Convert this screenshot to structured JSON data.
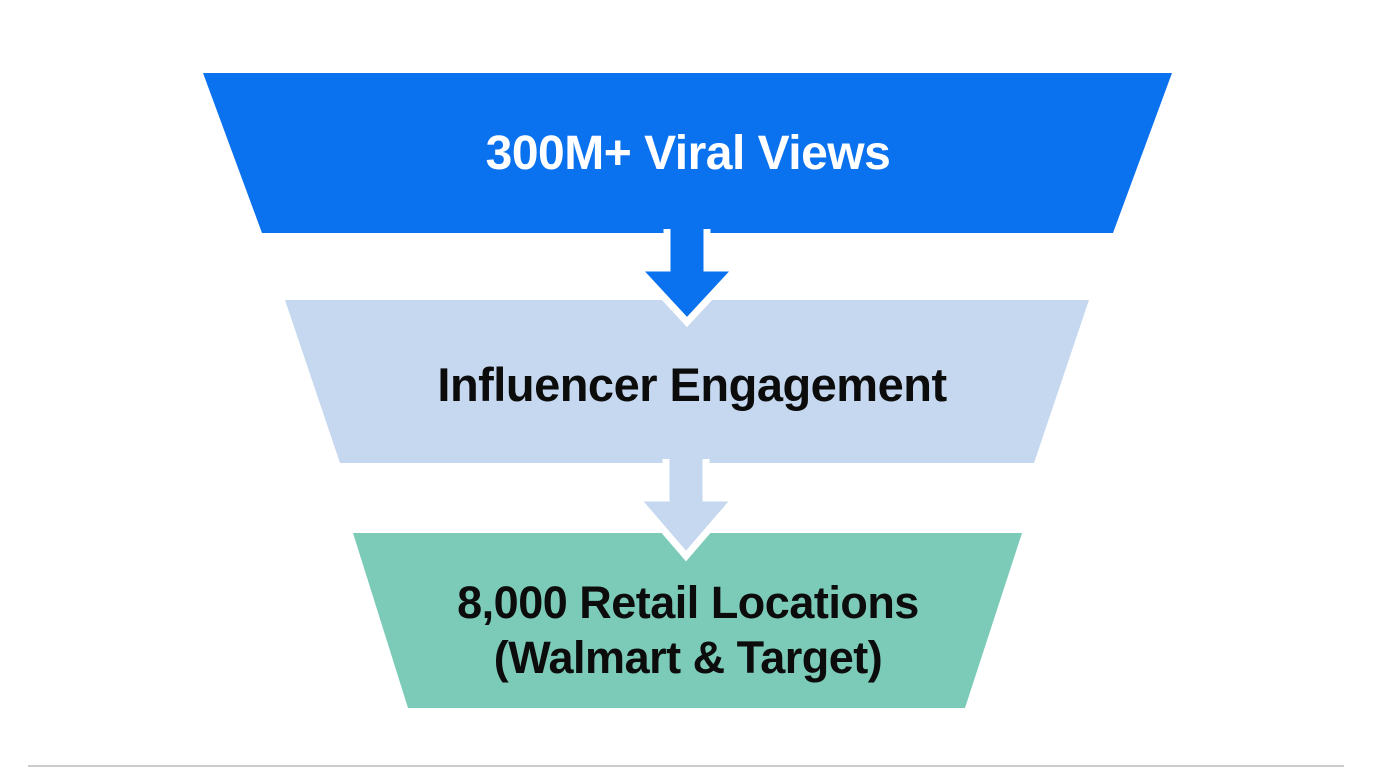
{
  "diagram": {
    "type": "funnel",
    "background_color": "#ffffff",
    "stages": [
      {
        "label": "300M+ Viral Views",
        "lines": [
          "300M+ Viral Views"
        ],
        "fill": "#0b72ef",
        "text_color": "#ffffff"
      },
      {
        "label": "Influencer Engagement",
        "lines": [
          "Influencer Engagement"
        ],
        "fill": "#c5d8ef",
        "text_color": "#0c0c0c"
      },
      {
        "label": "8,000 Retail Locations (Walmart & Target)",
        "lines": [
          "8,000 Retail Locations",
          "(Walmart & Target)"
        ],
        "fill": "#7ccbb8",
        "text_color": "#0c0c0c"
      }
    ],
    "connectors": [
      {
        "name": "arrow-down-1",
        "fill": "#0b72ef",
        "outline": "#ffffff"
      },
      {
        "name": "arrow-down-2",
        "fill": "#c5d8ef",
        "outline": "#ffffff"
      }
    ]
  }
}
